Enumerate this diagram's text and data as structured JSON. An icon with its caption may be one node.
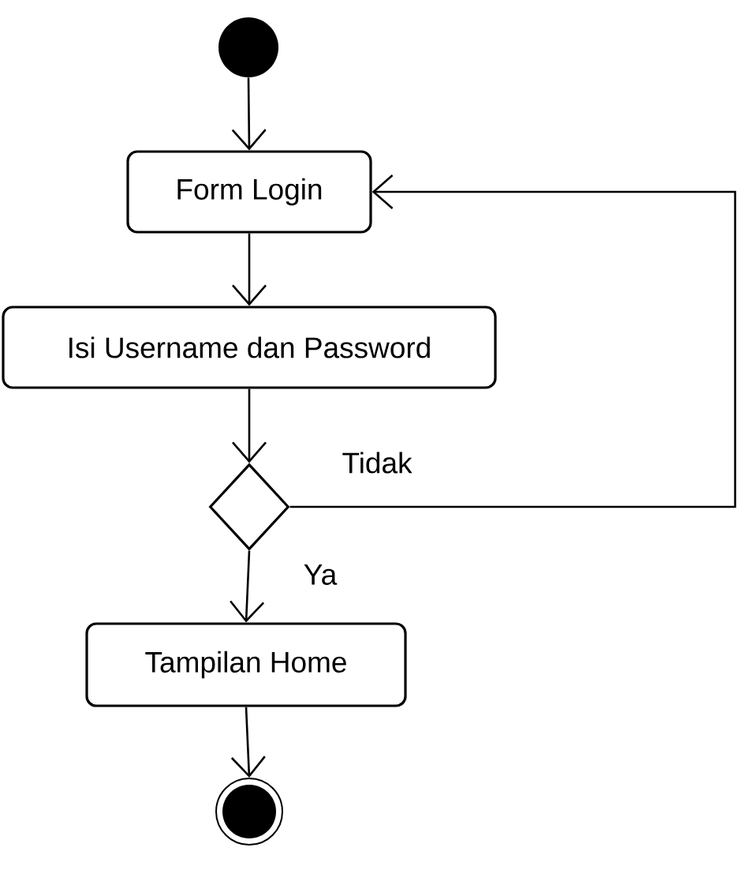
{
  "diagram": {
    "nodes": [
      {
        "text": [],
        "shape": "circle"
      },
      {
        "text": [
          "Form Login"
        ]
      },
      {
        "text": [
          "Isi Username dan Password"
        ]
      },
      {
        "text": [],
        "shape": "diamond"
      },
      {
        "text": [
          "Tampilan Home"
        ]
      },
      {
        "text": [],
        "shape": "bullseye"
      }
    ],
    "edges": [
      {
        "from": 0,
        "to": 1,
        "arrow": "to"
      },
      {
        "from": 1,
        "to": 2,
        "arrow": "to"
      },
      {
        "from": 2,
        "to": 3,
        "arrow": "to"
      },
      {
        "from": 3,
        "to": 1,
        "arrow": "to",
        "label": "Tidak"
      },
      {
        "from": 3,
        "to": 4,
        "arrow": "to",
        "label": "Ya"
      },
      {
        "from": 4,
        "to": 5,
        "arrow": "to"
      }
    ]
  }
}
